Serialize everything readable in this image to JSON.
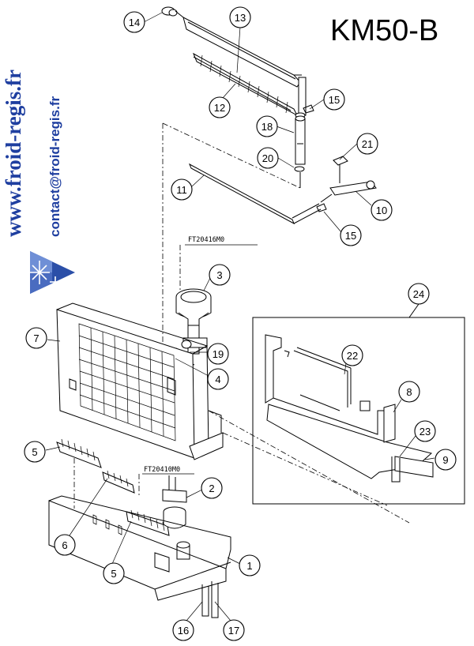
{
  "model_label": "KM50-B",
  "watermark": {
    "site": "www.froid-regis.fr",
    "email": "contact@froid-regis.fr"
  },
  "ref_codes": [
    "FT20416M0",
    "FT20410M0"
  ],
  "callouts": [
    "14",
    "13",
    "12",
    "15",
    "18",
    "20",
    "21",
    "11",
    "10",
    "15",
    "3",
    "24",
    "7",
    "19",
    "4",
    "22",
    "8",
    "23",
    "5",
    "2",
    "9",
    "6",
    "5",
    "1",
    "16",
    "17"
  ],
  "colors": {
    "watermark_blue": "#1f3fa0",
    "logo_blue": "#2b4fa8"
  },
  "icons": [
    "snowflake-logo-icon"
  ]
}
